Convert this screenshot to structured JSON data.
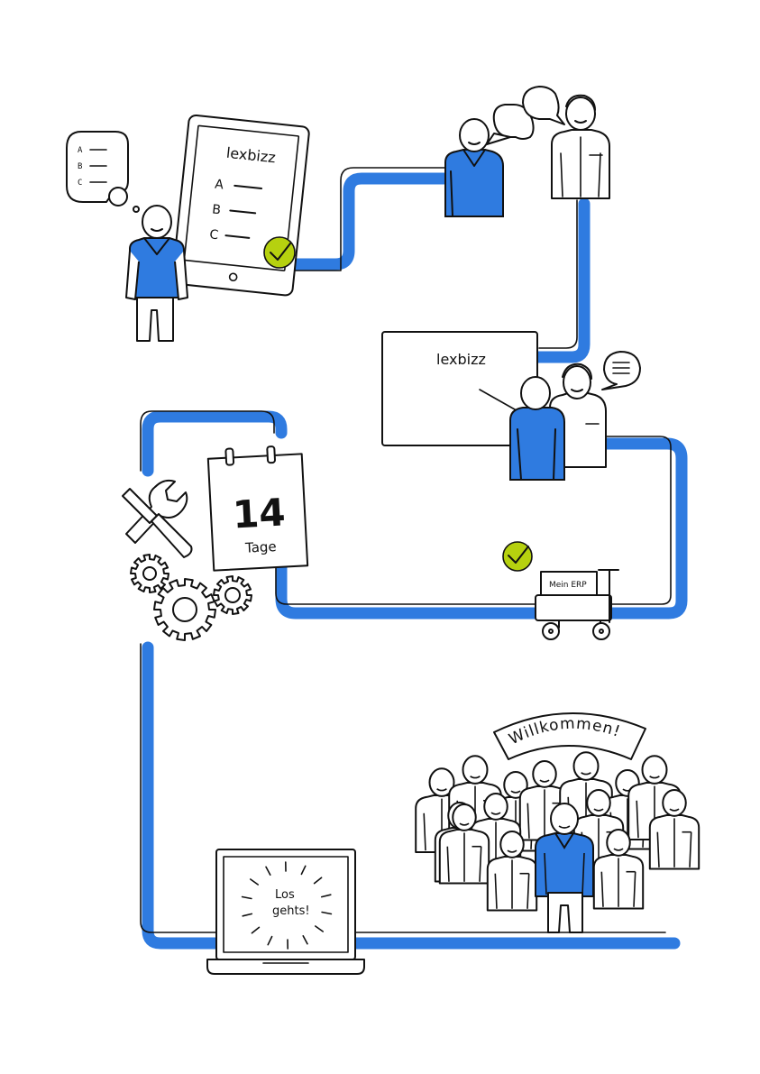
{
  "colors": {
    "accent_blue": "#2f7be0",
    "check_green": "#b6d10f",
    "ink": "#111111",
    "paper": "#ffffff"
  },
  "tablet": {
    "brand": "lexbizz",
    "options": [
      "A",
      "B",
      "C"
    ]
  },
  "thought_bubble": {
    "options": [
      "A",
      "B",
      "C"
    ]
  },
  "presentation_board": {
    "brand": "lexbizz"
  },
  "calendar": {
    "number": "14",
    "unit": "Tage"
  },
  "cart_box": {
    "label": "Mein ERP"
  },
  "banner": {
    "text": "Willkommen!"
  },
  "laptop": {
    "line1": "Los",
    "line2": "gehts!"
  },
  "icons": [
    "checkmark-icon",
    "speech-bubble-icon",
    "wrench-icon",
    "screwdriver-icon",
    "gear-icon",
    "calendar-icon",
    "cart-icon",
    "laptop-icon"
  ]
}
